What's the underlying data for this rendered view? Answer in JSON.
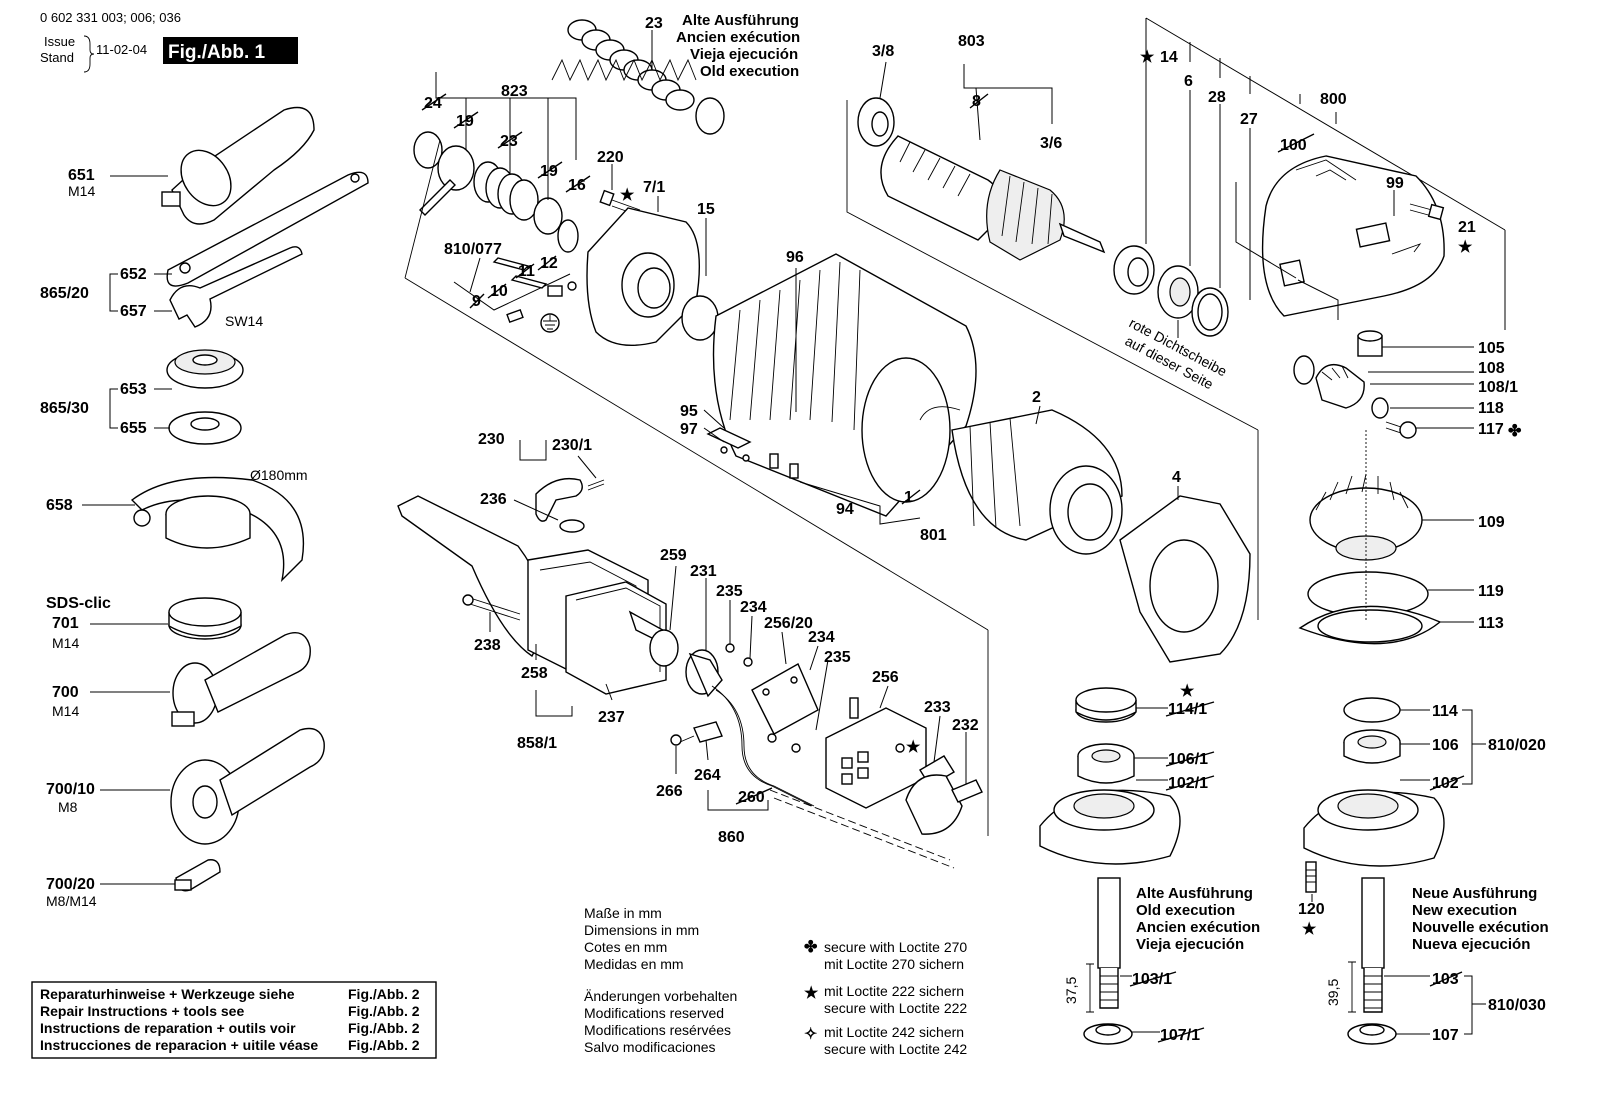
{
  "header": {
    "doc_number": "0 602 331 003; 006; 036",
    "issue_label_1": "Issue",
    "issue_label_2": "Stand",
    "issue_date": "11-02-04",
    "figure_title": "Fig./Abb. 1"
  },
  "parts": {
    "p651": "651",
    "p651_sub": "M14",
    "p652": "652",
    "p657": "657",
    "p865_20": "865/20",
    "sw14": "SW14",
    "p653": "653",
    "p655": "655",
    "p865_30": "865/30",
    "p658": "658",
    "diam": "Ø180mm",
    "sds": "SDS-clic",
    "p701": "701",
    "p701_sub": "M14",
    "p700": "700",
    "p700_sub": "M14",
    "p700_10": "700/10",
    "p700_10_sub": "M8",
    "p700_20": "700/20",
    "p700_20_sub": "M8/M14",
    "p24": "24",
    "p19a": "19",
    "p823": "823",
    "p23b": "23",
    "p19b": "19",
    "p16": "16",
    "p23": "23",
    "p220": "220",
    "p7_1": "7/1",
    "p15": "15",
    "p810_077": "810/077",
    "p11": "11",
    "p12": "12",
    "p9": "9",
    "p10": "10",
    "p3_8": "3/8",
    "p803": "803",
    "p8": "8",
    "p3_6": "3/6",
    "p14": "14",
    "p6": "6",
    "p28": "28",
    "p27": "27",
    "p800": "800",
    "p100": "100",
    "p99": "99",
    "p21": "21",
    "p96": "96",
    "p95": "95",
    "p97": "97",
    "p94": "94",
    "p1": "1",
    "p801": "801",
    "p2": "2",
    "p4": "4",
    "p105": "105",
    "p108": "108",
    "p108_1": "108/1",
    "p118": "118",
    "p117": "117",
    "p109": "109",
    "p119": "119",
    "p113": "113",
    "p230": "230",
    "p230_1": "230/1",
    "p236": "236",
    "p238": "238",
    "p258": "258",
    "p237": "237",
    "p858_1": "858/1",
    "p259": "259",
    "p231": "231",
    "p235a": "235",
    "p234a": "234",
    "p256_20": "256/20",
    "p234b": "234",
    "p235b": "235",
    "p256": "256",
    "p233": "233",
    "p232": "232",
    "p266": "266",
    "p264": "264",
    "p260": "260",
    "p860": "860",
    "p114_1": "114/1",
    "p106_1": "106/1",
    "p102_1": "102/1",
    "p103_1": "103/1",
    "p107_1": "107/1",
    "dim375": "37,5",
    "p114": "114",
    "p106": "106",
    "p102": "102",
    "p810_020": "810/020",
    "p120": "120",
    "p103": "103",
    "p107": "107",
    "p810_030": "810/030",
    "dim395": "39,5",
    "seal_text_1": "rote Dichtscheibe",
    "seal_text_2": "auf dieser Seite"
  },
  "old_exec_top": [
    "Alte Ausführung",
    "Ancien exécution",
    "Vieja ejecución",
    "Old execution"
  ],
  "old_exec_bottom": [
    "Alte Ausführung",
    "Old execution",
    "Ancien exécution",
    "Vieja ejecución"
  ],
  "new_exec": [
    "Neue Ausführung",
    "New execution",
    "Nouvelle exécution",
    "Nueva ejecución"
  ],
  "dimensions_note": [
    "Maße in mm",
    "Dimensions in mm",
    "Cotes en mm",
    "Medidas en mm"
  ],
  "changes_note": [
    "Änderungen vorbehalten",
    "Modifications reserved",
    "Modifications resérvées",
    "Salvo modificaciones"
  ],
  "loctite_notes": {
    "l270": [
      "secure with Loctite 270",
      "mit Loctite 270 sichern"
    ],
    "l222": [
      "mit Loctite 222 sichern",
      "secure with Loctite 222"
    ],
    "l242": [
      "mit Loctite 242 sichern",
      "secure with Loctite 242"
    ]
  },
  "repair_box": [
    {
      "text": "Reparaturhinweise + Werkzeuge siehe",
      "ref": "Fig./Abb. 2"
    },
    {
      "text": "Repair Instructions + tools see",
      "ref": "Fig./Abb. 2"
    },
    {
      "text": "Instructions de reparation + outils voir",
      "ref": "Fig./Abb. 2"
    },
    {
      "text": "Instrucciones de reparacion + uitile véase",
      "ref": "Fig./Abb. 2"
    }
  ],
  "icons": {
    "star": "★",
    "clover": "✤",
    "star_outline": "✧",
    "ground": "ground-symbol"
  }
}
